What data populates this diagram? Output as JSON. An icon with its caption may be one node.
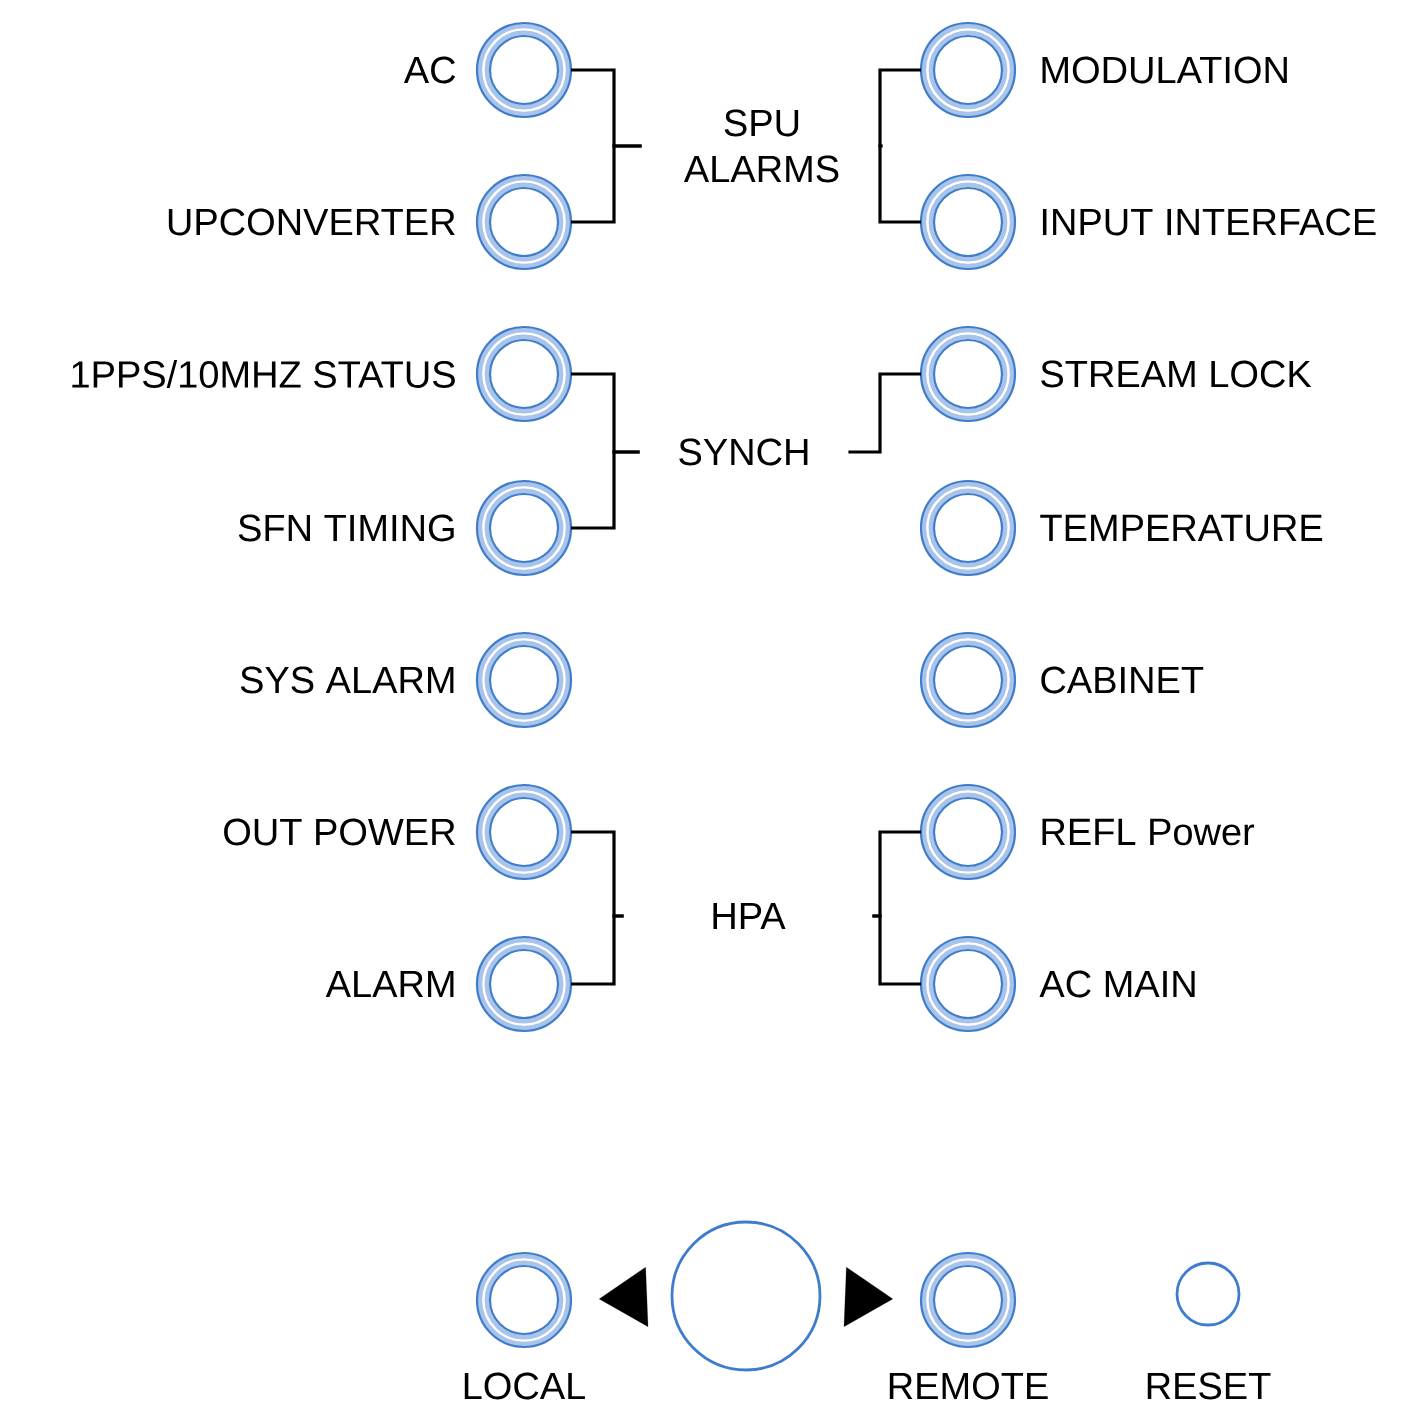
{
  "diagram": {
    "nodes": [
      {
        "text": [],
        "shape": "circle",
        "beside": [
          "AC"
        ]
      },
      {
        "text": [],
        "shape": "circle",
        "beside": [
          "MODULATION"
        ]
      },
      {
        "text": [
          "SPU ALARMS"
        ]
      },
      {
        "text": [],
        "shape": "circle",
        "beside": [
          "UPCONVERTER"
        ]
      },
      {
        "text": [],
        "shape": "circle",
        "beside": [
          "INPUT INTERFACE"
        ]
      },
      {
        "text": [],
        "shape": "circle",
        "beside": [
          "1PPS/10MHZ STATUS"
        ]
      },
      {
        "text": [],
        "shape": "circle",
        "beside": [
          "STREAM LOCK"
        ]
      },
      {
        "text": [
          "SYNCH"
        ]
      },
      {
        "text": [],
        "shape": "circle",
        "beside": [
          "SFN TIMING"
        ]
      },
      {
        "text": [],
        "shape": "circle",
        "beside": [
          "TEMPERATURE"
        ]
      },
      {
        "text": [],
        "shape": "circle",
        "beside": [
          "SYS ALARM"
        ]
      },
      {
        "text": [],
        "shape": "circle",
        "beside": [
          "CABINET"
        ]
      },
      {
        "text": [],
        "shape": "circle",
        "beside": [
          "OUT POWER"
        ]
      },
      {
        "text": [],
        "shape": "circle",
        "beside": [
          "REFL Power"
        ]
      },
      {
        "text": [
          "HPA"
        ]
      },
      {
        "text": [],
        "shape": "circle",
        "beside": [
          "ALARM"
        ]
      },
      {
        "text": [],
        "shape": "circle",
        "beside": [
          "AC MAIN"
        ]
      },
      {
        "text": [],
        "shape": "circle",
        "beside": [
          "LOCAL"
        ]
      },
      {
        "text": [],
        "shape": "circle"
      },
      {
        "text": [],
        "shape": "circle",
        "beside": [
          "REMOTE"
        ]
      },
      {
        "text": [],
        "shape": "circle",
        "beside": [
          "RESET"
        ]
      }
    ],
    "edges": [
      {
        "from": 2,
        "to": 0,
        "arrow": "none"
      },
      {
        "from": 2,
        "to": 3,
        "arrow": "none"
      },
      {
        "from": 2,
        "to": 1,
        "arrow": "none"
      },
      {
        "from": 2,
        "to": 4,
        "arrow": "none"
      },
      {
        "from": 7,
        "to": 5,
        "arrow": "none"
      },
      {
        "from": 7,
        "to": 8,
        "arrow": "none"
      },
      {
        "from": 7,
        "to": 6,
        "arrow": "none"
      },
      {
        "from": 14,
        "to": 12,
        "arrow": "none"
      },
      {
        "from": 14,
        "to": 15,
        "arrow": "none"
      },
      {
        "from": 14,
        "to": 13,
        "arrow": "none"
      },
      {
        "from": 14,
        "to": 16,
        "arrow": "none"
      },
      {
        "from": 18,
        "to": 17,
        "arrow": "to"
      },
      {
        "from": 18,
        "to": 19,
        "arrow": "to"
      }
    ]
  }
}
